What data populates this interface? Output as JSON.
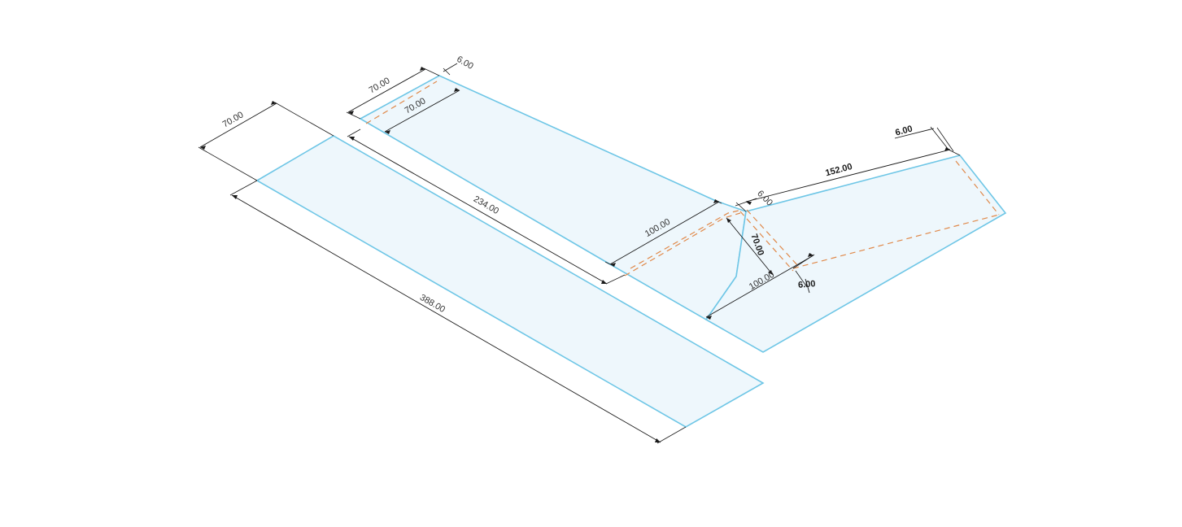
{
  "colors": {
    "panel_fill": "#eef7fc",
    "panel_stroke": "#6ec6e6",
    "fold_line": "#e0894a",
    "dimension_line": "#1a1a1a"
  },
  "dimensions": {
    "long_panel_width": "70.00",
    "long_panel_length": "388.00",
    "upper_panel_width_outer": "70.00",
    "upper_panel_width_inner": "70.00",
    "upper_panel_tab": "6.00",
    "upper_panel_length": "234.00",
    "upper_panel_end_width": "100.00",
    "joint_tab_a": "6.00",
    "joint_depth": "70.00",
    "joint_width": "100.00",
    "joint_tab_b": "6.00",
    "right_panel_length": "152.00",
    "right_panel_tab": "6.00"
  }
}
